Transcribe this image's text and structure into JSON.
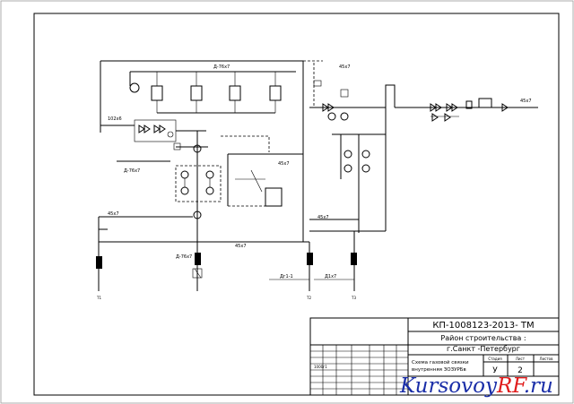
{
  "title_block": {
    "code": "КП-1008123-2013- ТМ",
    "title_line1": "Район строительства :",
    "title_line2": "г.Санкт -Петербург",
    "desc_line1": "Схема газовой связки",
    "desc_line2": "внутренняя  ЗОЗУРБв",
    "col_h1": "Стадия",
    "col_h2": "Лист",
    "col_h3": "Листов",
    "stage": "У",
    "sheet_no": "2",
    "left_cell": "1000г1"
  },
  "pipe_labels": {
    "top_center": "Д-76х7",
    "top_right": "45х7",
    "left_upper": "102х6",
    "left_mid": "Д-76х7",
    "left_lower": "45х7",
    "center_mid": "45х7",
    "center_bottom": "45х7",
    "right_mid": "45х7",
    "lower_left": "Д-76х7",
    "bottom_a": "Дг1-1",
    "bottom_b": "Д1х7",
    "right_far": "45х7"
  },
  "nodes": {
    "t1": "Т1",
    "t2": "Т2",
    "t3": "Т3"
  },
  "watermark": {
    "part1": "Kursovoy",
    "part2": "RF",
    "part3": ".ru",
    "color_main": "#1a2ea8",
    "color_accent": "#e01b1b"
  }
}
